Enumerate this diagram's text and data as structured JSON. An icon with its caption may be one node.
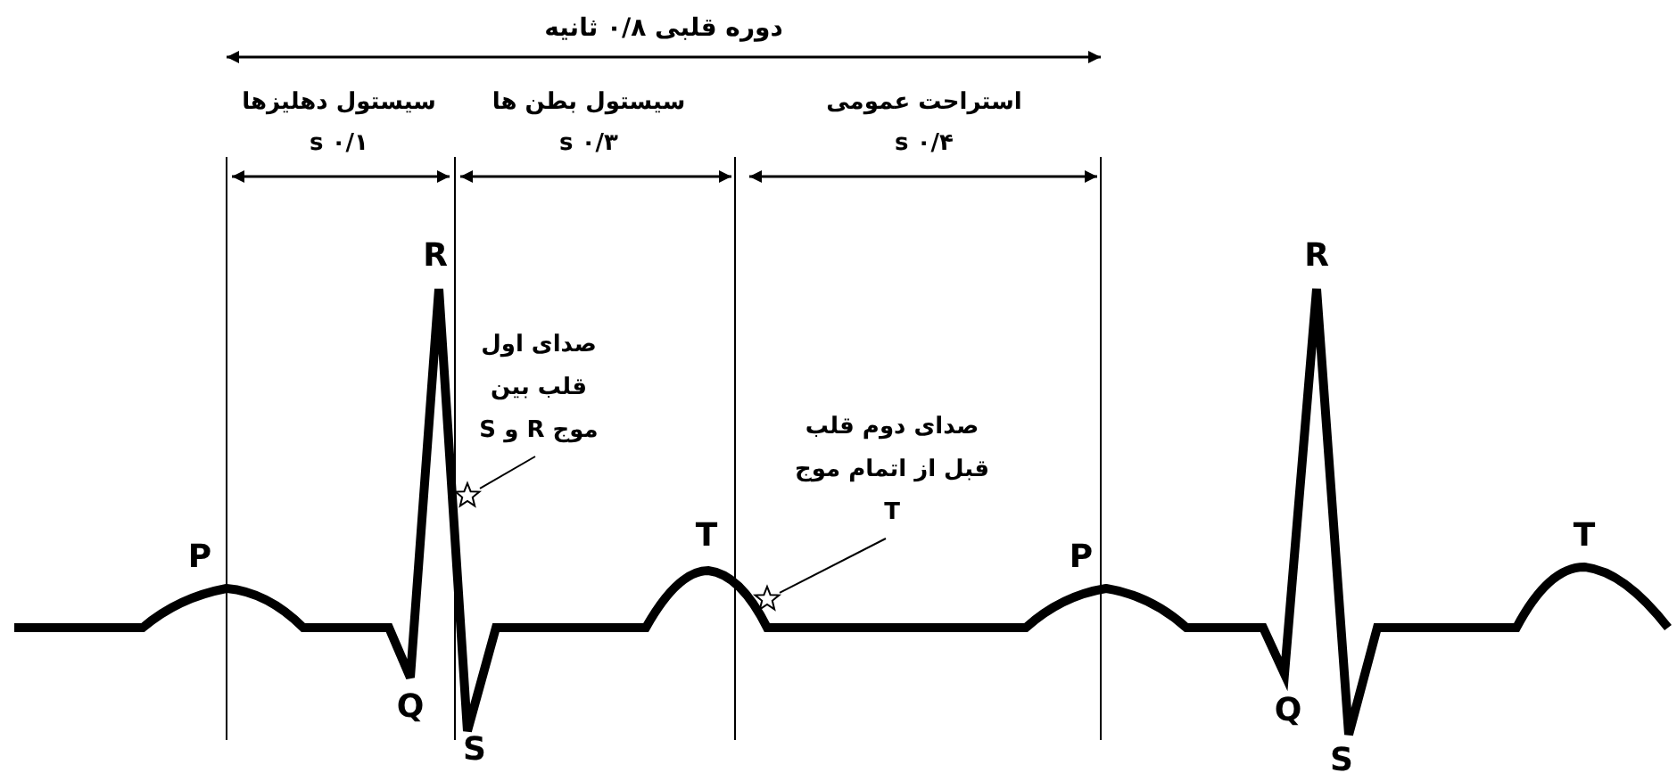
{
  "diagram": {
    "nodes": [
      {
        "text": [
          "صدای اول قلب بین موج R و S"
        ]
      },
      {
        "text": [],
        "shape": "star"
      },
      {
        "text": [
          "صدای دوم قلب قبل از اتمام موج T"
        ]
      },
      {
        "text": [],
        "shape": "star"
      }
    ],
    "edges": [
      {
        "from": 0,
        "to": 1,
        "arrow": "none"
      },
      {
        "from": 2,
        "to": 3,
        "arrow": "none"
      }
    ],
    "labels": [
      "دوره قلبی ۰/۸ ثانیه",
      "سیستول دهلیزها",
      "سیستول بطن ها",
      "استراحت عمومی",
      "۰/۱ s",
      "۰/۳ s",
      "۰/۴ s",
      "R",
      "R",
      "P",
      "T",
      "P",
      "T",
      "Q",
      "Q",
      "S",
      "S"
    ]
  }
}
